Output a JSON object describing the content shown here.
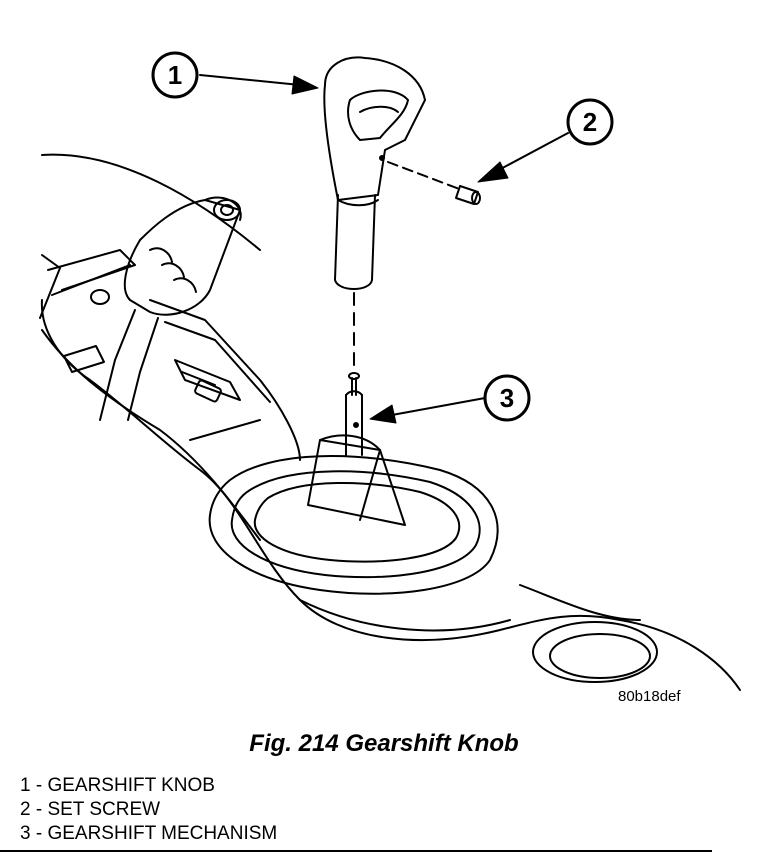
{
  "figure": {
    "code": "80b18def",
    "caption": "Fig. 214 Gearshift Knob"
  },
  "callouts": [
    {
      "number": "1",
      "label": "GEARSHIFT KNOB"
    },
    {
      "number": "2",
      "label": "SET SCREW"
    },
    {
      "number": "3",
      "label": "GEARSHIFT MECHANISM"
    }
  ],
  "legend": [
    "1 - GEARSHIFT KNOB",
    "2 - SET SCREW",
    "3 - GEARSHIFT MECHANISM"
  ]
}
